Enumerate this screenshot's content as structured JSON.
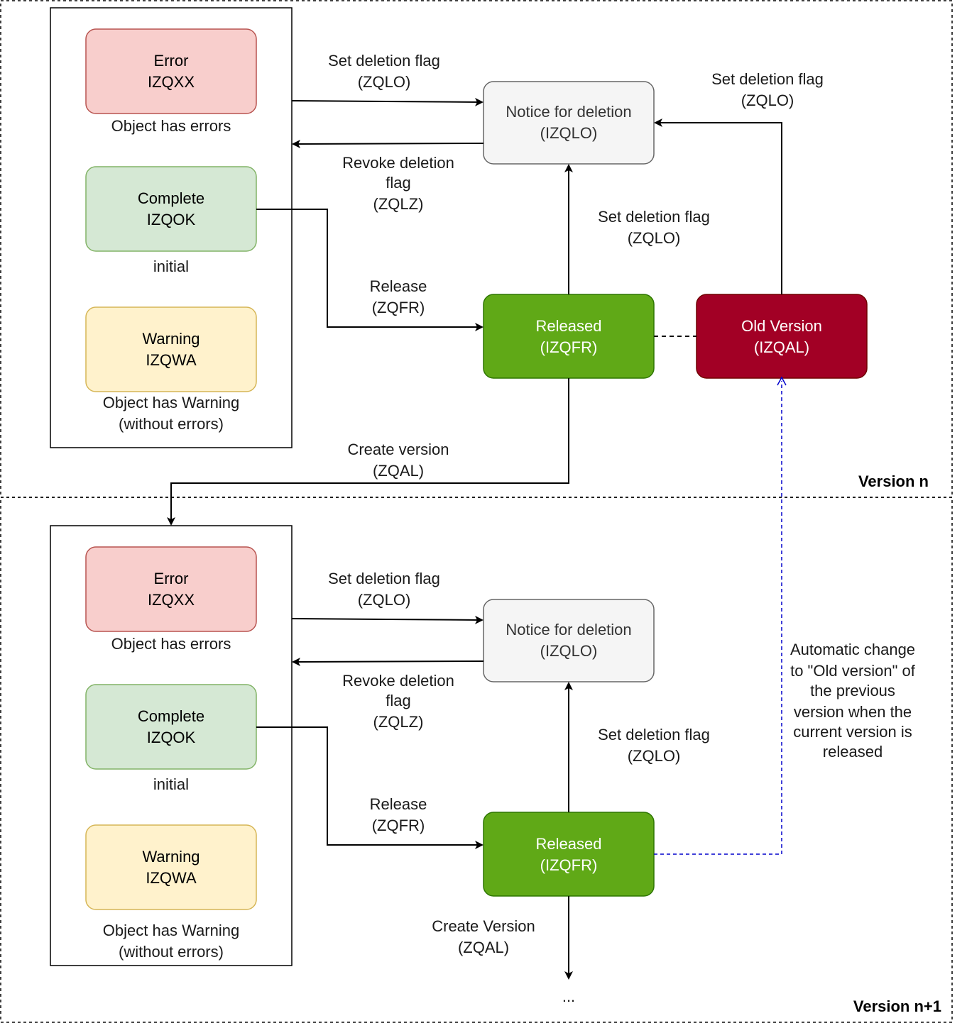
{
  "sections": [
    {
      "key": "n",
      "title": "Version n"
    },
    {
      "key": "n1",
      "title": "Version n+1"
    }
  ],
  "states": {
    "error": {
      "name": "Error",
      "code": "IZQXX",
      "note": [
        "Object has errors"
      ]
    },
    "complete": {
      "name": "Complete",
      "code": "IZQOK",
      "note": [
        "initial"
      ]
    },
    "warning": {
      "name": "Warning",
      "code": "IZQWA",
      "note": [
        "Object has Warning",
        "(without errors)"
      ]
    },
    "notice": {
      "lines": [
        "Notice for deletion",
        "(IZQLO)"
      ]
    },
    "released": {
      "lines": [
        "Released",
        "(IZQFR)"
      ]
    },
    "old": {
      "lines": [
        "Old Version",
        "(IZQAL)"
      ]
    }
  },
  "transitions": {
    "set_deletion": [
      "Set deletion flag",
      "(ZQLO)"
    ],
    "revoke_deletion": [
      "Revoke deletion",
      "flag",
      "(ZQLZ)"
    ],
    "release": [
      "Release",
      "(ZQFR)"
    ],
    "create_version": [
      "Create version",
      "(ZQAL)"
    ],
    "create_version_next": [
      "Create Version",
      "(ZQAL)"
    ],
    "continuation": "..."
  },
  "annotation": {
    "auto_change": [
      "Automatic change",
      "to \"Old version\" of",
      "the previous",
      "version when the",
      "current version is",
      "released"
    ]
  },
  "colors": {
    "error_fill": "#f8cecc",
    "error_stroke": "#b85450",
    "complete_fill": "#d5e8d4",
    "complete_stroke": "#82b366",
    "warning_fill": "#fff2cc",
    "warning_stroke": "#d6b656",
    "notice_fill": "#f5f5f5",
    "notice_stroke": "#666666",
    "notice_text": "#333333",
    "released_fill": "#60a917",
    "released_stroke": "#2d7600",
    "old_fill": "#a20025",
    "old_stroke": "#6f0000",
    "auto_line": "#0000cc"
  }
}
